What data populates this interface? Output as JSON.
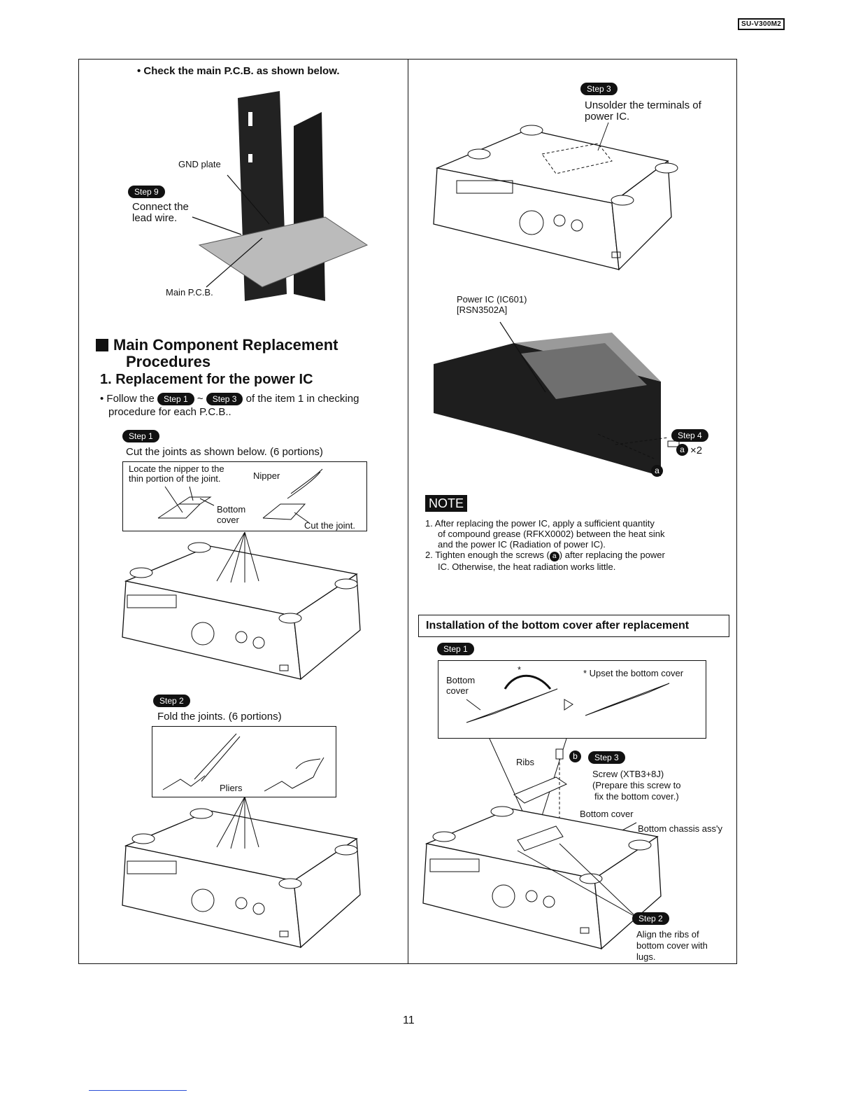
{
  "header": {
    "model": "SU-V300M2"
  },
  "left": {
    "check_note": "• Check the main P.C.B. as shown below.",
    "pcb_figure": {
      "gnd_plate": "GND plate",
      "step_badge": "Step 9",
      "connect_line1": "Connect the",
      "connect_line2": "lead wire.",
      "main_pcb": "Main P.C.B."
    },
    "section_title_line1": "Main Component Replacement",
    "section_title_line2": "Procedures",
    "subsection_title": "1. Replacement for the power IC",
    "follow": {
      "prefix": "• Follow the",
      "step_a": "Step 1",
      "tilde": "~",
      "step_b": "Step 3",
      "suffix": "of the item 1 in checking"
    },
    "follow_line2": "procedure for each P.C.B..",
    "step1": {
      "badge": "Step 1",
      "text": "Cut the joints as shown below. (6 portions)",
      "locate_line1": "Locate the nipper to the",
      "locate_line2": "thin portion of the joint.",
      "nipper": "Nipper",
      "bottom": "Bottom",
      "cover": "cover",
      "cut": "Cut the joint."
    },
    "step2": {
      "badge": "Step 2",
      "text": "Fold the joints. (6 portions)",
      "pliers": "Pliers"
    }
  },
  "right": {
    "step3": {
      "badge": "Step 3",
      "line1": "Unsolder the terminals of",
      "line2": "power IC."
    },
    "power_ic_line1": "Power IC (IC601)",
    "power_ic_line2": "[RSN3502A]",
    "step4": {
      "badge": "Step 4",
      "screw_count": "×2",
      "screw_letter": "a"
    },
    "note": {
      "label": "NOTE",
      "items": [
        {
          "l1": "1. After replacing the power IC, apply a sufficient quantity",
          "l2": "of compound grease (RFKX0002) between the heat sink",
          "l3": "and the power IC (Radiation of power IC)."
        },
        {
          "l1": "2. Tighten enough the screws (",
          "letter": "a",
          "l1b": ") after replacing the power",
          "l2": "IC. Otherwise, the heat radiation works little."
        }
      ]
    },
    "installation": {
      "title": "Installation of the bottom cover after replacement",
      "step1_badge": "Step 1",
      "asterisk": "*",
      "upset": "* Upset the bottom cover",
      "bottom": "Bottom",
      "cover": "cover",
      "ribs": "Ribs",
      "screw_letter": "b",
      "step3_badge": "Step 3",
      "screw_l1": "Screw (XTB3+8J)",
      "screw_l2": "(Prepare this screw to",
      "screw_l3": "fix the bottom cover.)",
      "bottom_cover": "Bottom cover",
      "chassis": "Bottom chassis ass'y",
      "step2_badge": "Step 2",
      "align_l1": "Align the ribs of",
      "align_l2": "bottom cover with",
      "align_l3": "lugs."
    }
  },
  "footer": {
    "page_number": "11"
  }
}
